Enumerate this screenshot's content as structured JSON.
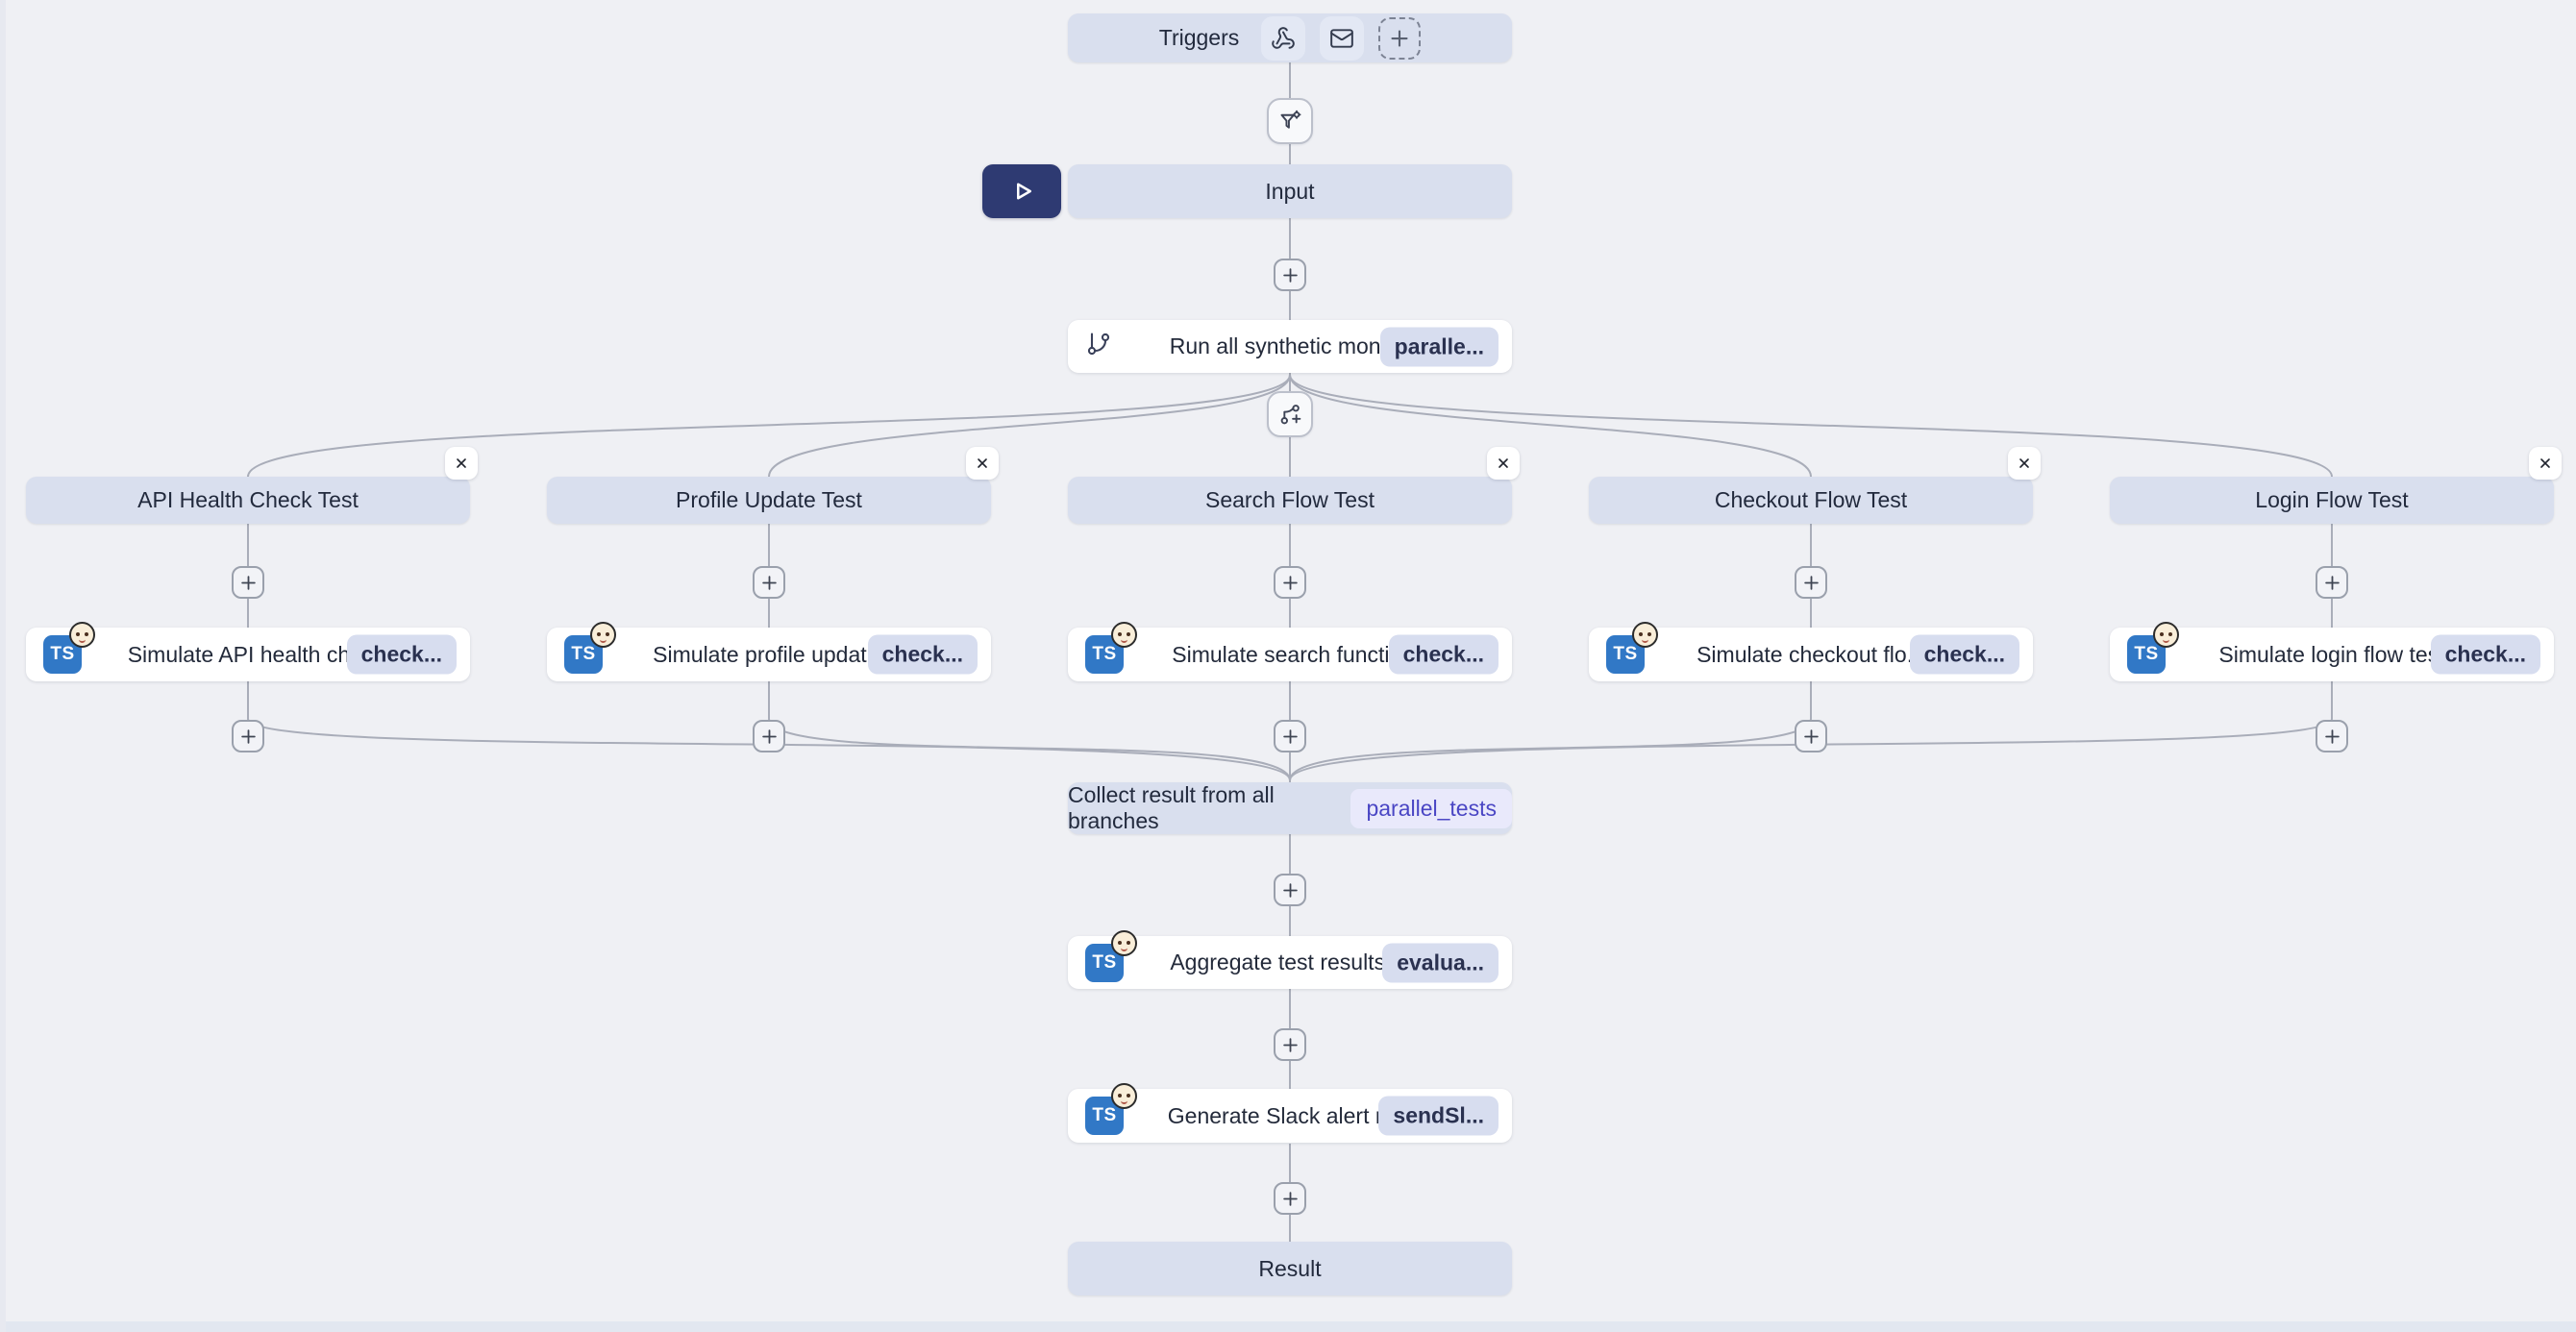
{
  "canvas": {
    "background": "#eff0f4",
    "node_background": "#d9dfee",
    "connector_color": "#a9adb9",
    "accent_indigo": "#4a46c4",
    "typescript_blue": "#3178c6",
    "play_button_color": "#2e3a72"
  },
  "triggers": {
    "label": "Triggers",
    "icons": [
      "webhook-icon",
      "mail-icon",
      "add-trigger-plus-icon"
    ]
  },
  "filter_button": {
    "icon": "filter-settings-icon"
  },
  "input_node": {
    "label": "Input"
  },
  "play_button": {
    "icon": "play-icon"
  },
  "run_all_node": {
    "label": "Run all synthetic monit...",
    "badge": "paralle...",
    "icon": "git-branch-icon"
  },
  "branch_split_button": {
    "icon": "add-branch-icon"
  },
  "branches": [
    {
      "title": "API Health Check Test",
      "step": {
        "label": "Simulate API health ch...",
        "badge": "check...",
        "icon": "typescript-icon"
      }
    },
    {
      "title": "Profile Update Test",
      "step": {
        "label": "Simulate profile updat...",
        "badge": "check...",
        "icon": "typescript-icon"
      }
    },
    {
      "title": "Search Flow Test",
      "step": {
        "label": "Simulate search functi...",
        "badge": "check...",
        "icon": "typescript-icon"
      }
    },
    {
      "title": "Checkout Flow Test",
      "step": {
        "label": "Simulate checkout flo...",
        "badge": "check...",
        "icon": "typescript-icon"
      }
    },
    {
      "title": "Login Flow Test",
      "step": {
        "label": "Simulate login flow test",
        "badge": "check...",
        "icon": "typescript-icon"
      }
    }
  ],
  "collect_node": {
    "label": "Collect result from all branches",
    "badge": "parallel_tests"
  },
  "aggregate_node": {
    "label": "Aggregate test results ...",
    "badge": "evalua...",
    "icon": "typescript-icon"
  },
  "slack_node": {
    "label": "Generate Slack alert m...",
    "badge": "sendSl...",
    "icon": "typescript-icon"
  },
  "result_node": {
    "label": "Result"
  },
  "ts_icon_text": "TS"
}
